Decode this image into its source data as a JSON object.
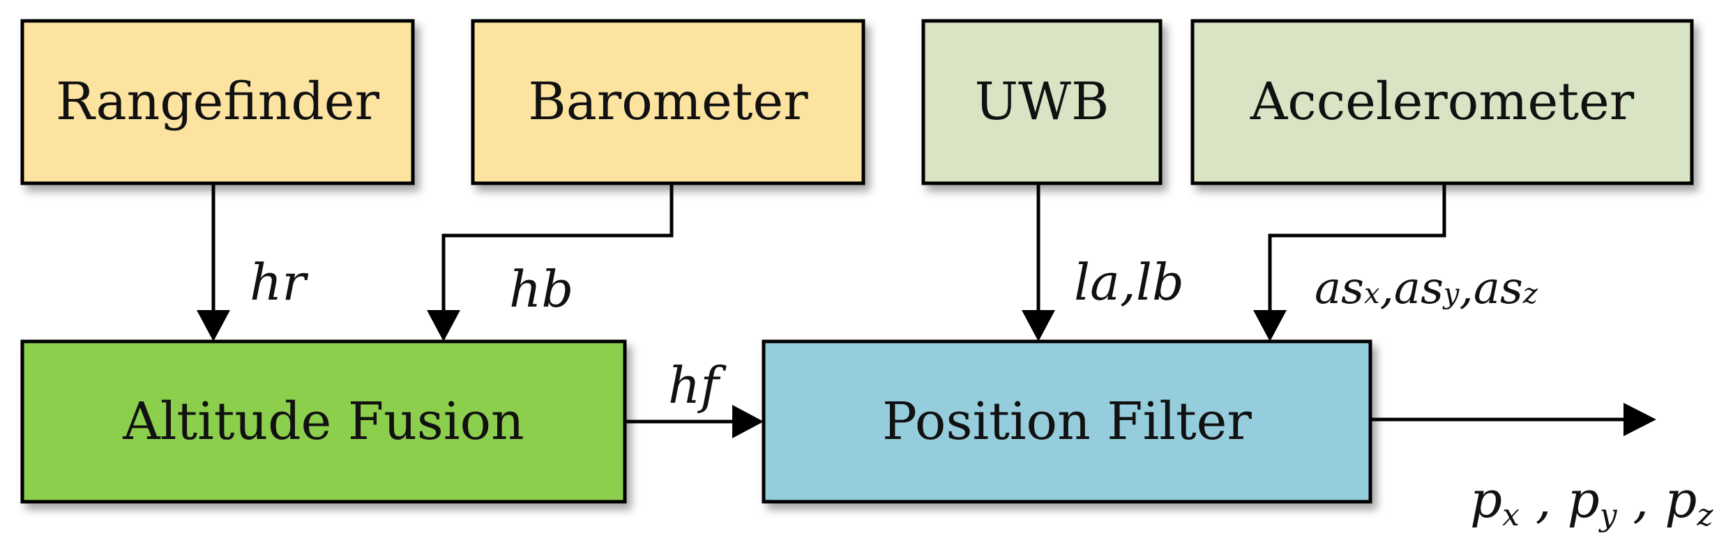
{
  "diagram": {
    "nodes": {
      "rangefinder": {
        "label": "Rangefinder",
        "color": "#FCE3A0"
      },
      "barometer": {
        "label": "Barometer",
        "color": "#FCE3A0"
      },
      "uwb": {
        "label": "UWB",
        "color": "#D9E4C4"
      },
      "accelerometer": {
        "label": "Accelerometer",
        "color": "#D9E4C4"
      },
      "altitude_fusion": {
        "label": "Altitude Fusion",
        "color": "#8CCF4E"
      },
      "position_filter": {
        "label": "Position Filter",
        "color": "#95CDDC"
      }
    },
    "signals": {
      "hr": "hr",
      "hb": "hb",
      "hf": "hf",
      "la_lb": "la,lb",
      "as": {
        "base": "as",
        "x": "x",
        "y": "y",
        "z": "z",
        "sep": ","
      },
      "p": {
        "base": "p",
        "x": "x",
        "y": "y",
        "z": "z",
        "sep": " , "
      }
    },
    "edges": [
      {
        "from": "rangefinder",
        "to": "altitude_fusion",
        "label": "hr"
      },
      {
        "from": "barometer",
        "to": "altitude_fusion",
        "label": "hb"
      },
      {
        "from": "altitude_fusion",
        "to": "position_filter",
        "label": "hf"
      },
      {
        "from": "uwb",
        "to": "position_filter",
        "label": "la,lb"
      },
      {
        "from": "accelerometer",
        "to": "position_filter",
        "label": "as_x,as_y,as_z"
      },
      {
        "from": "position_filter",
        "to": "output",
        "label": "p_x , p_y , p_z"
      }
    ]
  }
}
